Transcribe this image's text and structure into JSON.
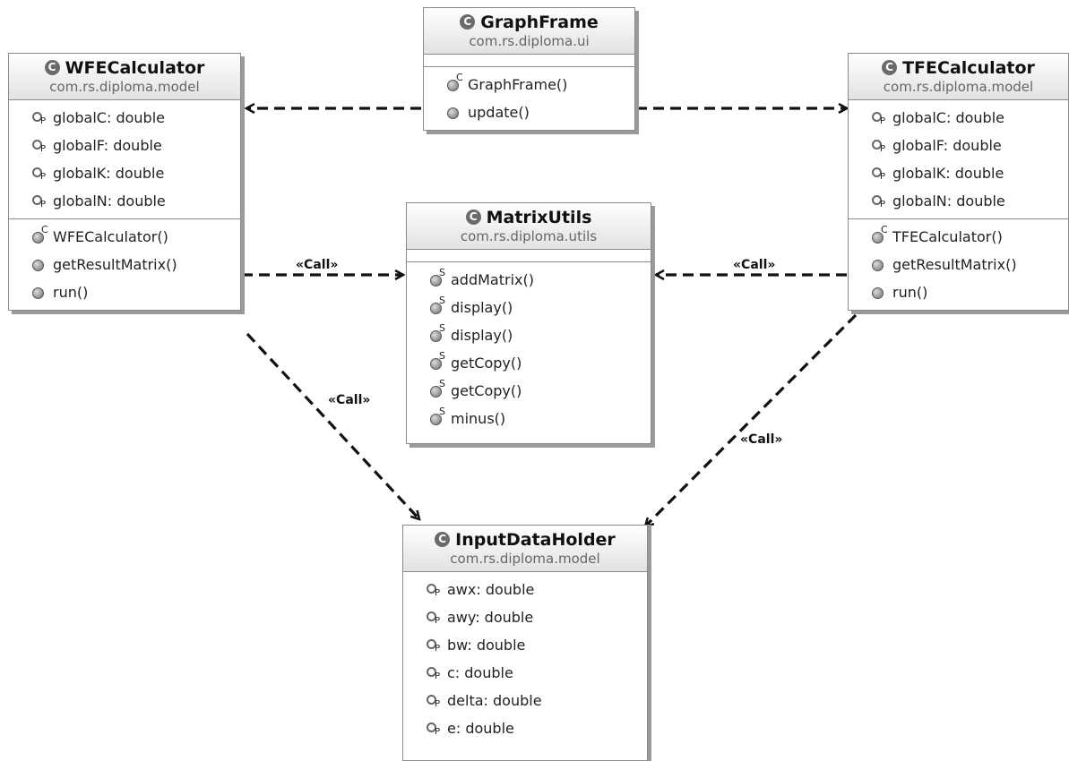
{
  "classes": {
    "wfe": {
      "name": "WFECalculator",
      "package": "com.rs.diploma.model",
      "attributes": [
        "globalC: double",
        "globalF: double",
        "globalK: double",
        "globalN: double"
      ],
      "methods": [
        "WFECalculator()",
        "getResultMatrix()",
        "run()"
      ]
    },
    "graph": {
      "name": "GraphFrame",
      "package": "com.rs.diploma.ui",
      "methods": [
        "GraphFrame()",
        "update()"
      ]
    },
    "tfe": {
      "name": "TFECalculator",
      "package": "com.rs.diploma.model",
      "attributes": [
        "globalC: double",
        "globalF: double",
        "globalK: double",
        "globalN: double"
      ],
      "methods": [
        "TFECalculator()",
        "getResultMatrix()",
        "run()"
      ]
    },
    "matrix": {
      "name": "MatrixUtils",
      "package": "com.rs.diploma.utils",
      "methods": [
        "addMatrix()",
        "display()",
        "display()",
        "getCopy()",
        "getCopy()",
        "minus()"
      ]
    },
    "input": {
      "name": "InputDataHolder",
      "package": "com.rs.diploma.model",
      "attributes": [
        "awx: double",
        "awy: double",
        "bw: double",
        "c: double",
        "delta: double",
        "e: double"
      ]
    }
  },
  "edge_labels": {
    "wfe_matrix": "«Call»",
    "tfe_matrix": "«Call»",
    "wfe_input": "«Call»",
    "tfe_input": "«Call»"
  },
  "icons": {
    "class": "class-icon",
    "attribute": "private-field-icon",
    "constructor": "constructor-icon",
    "method": "public-method-icon",
    "static_method": "static-method-icon"
  }
}
